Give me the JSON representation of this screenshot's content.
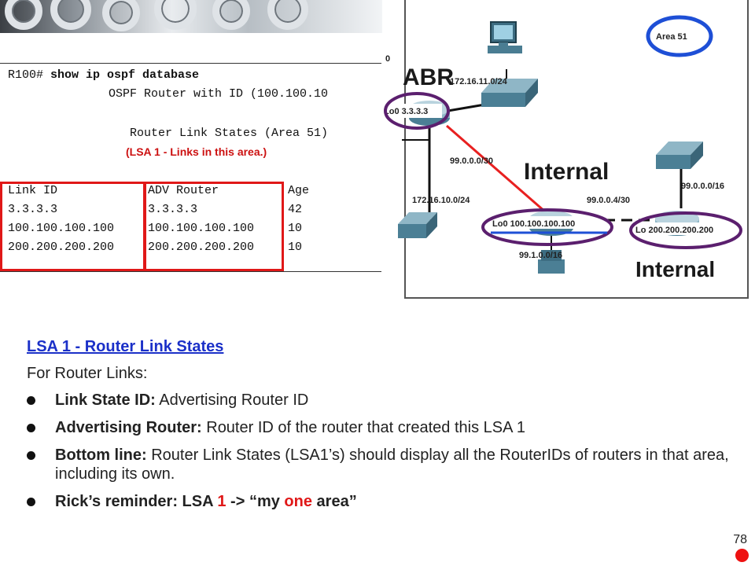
{
  "terminal": {
    "prompt": "R100# ",
    "command": "show ip ospf database",
    "header_line": "OSPF Router with ID (100.100.10",
    "section_title": "Router Link States (Area 51)",
    "note": "(LSA 1 - Links in this area.)",
    "columns": [
      "Link ID",
      "ADV Router",
      "Age"
    ],
    "rows": [
      [
        "3.3.3.3",
        "3.3.3.3",
        "42"
      ],
      [
        "100.100.100.100",
        "100.100.100.100",
        "10"
      ],
      [
        "200.200.200.200",
        "200.200.200.200",
        "10"
      ]
    ]
  },
  "diagram": {
    "area_label": "Area 51",
    "abr_label": "ABR",
    "internal_label": "Internal",
    "loopbacks": [
      "Lo0 3.3.3.3",
      "Lo0 100.100.100.100",
      "Lo 200.200.200.200"
    ],
    "networks": [
      "172.16.11.0/24",
      "99.0.0.0/30",
      "172.16.10.0/24",
      "99.0.0.4/30",
      "99.0.0.0/16",
      "99.1.0.0/16"
    ],
    "fragment": "0"
  },
  "slide": {
    "heading": "LSA 1 - Router Link States",
    "intro": "For Router Links:",
    "bullets": [
      {
        "term": "Link State ID:",
        "text": "  Advertising Router ID"
      },
      {
        "term": "Advertising Router:",
        "text": "  Router ID of the router that created this LSA 1"
      },
      {
        "term": "Bottom line:",
        "text": " Router Link States (LSA1’s) should display all the RouterIDs of routers in that area, including its own."
      }
    ],
    "reminder": {
      "term": "Rick’s reminder:",
      "pre": " LSA ",
      "num": "1",
      "mid": " -> “my ",
      "one": "one",
      "post": " area”"
    }
  },
  "page_number": "78",
  "colors": {
    "heading": "#1b30c8",
    "highlight": "#e01818",
    "circle_purple": "#5b1f6e",
    "circle_blue": "#1e4fd6"
  }
}
